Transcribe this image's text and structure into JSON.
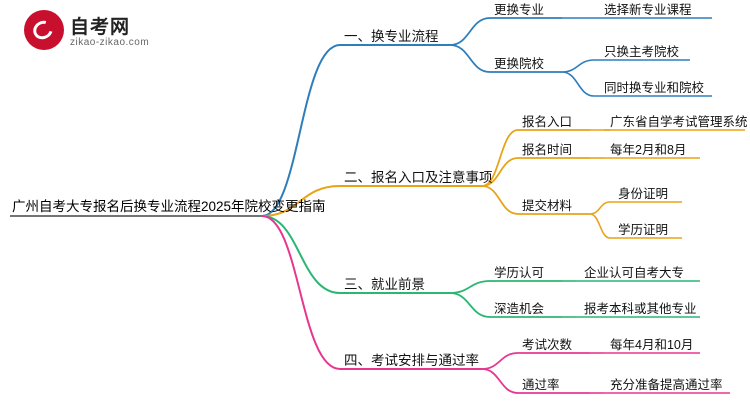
{
  "logo": {
    "name": "自考网",
    "sub": "zikao-zikao.com",
    "mark_color": "#c8102e"
  },
  "mindmap": {
    "root": "广州自考大专报名后换专业流程2025年院校变更指南",
    "branch_colors": {
      "branch1": "#2e7ebb",
      "branch2": "#e8a317",
      "branch3": "#2bb673",
      "branch4": "#e8368f"
    },
    "branches": [
      {
        "title": "一、换专业流程",
        "color": "#2e7ebb",
        "children": [
          {
            "label": "更换专业",
            "leaves": [
              "选择新专业课程"
            ]
          },
          {
            "label": "更换院校",
            "leaves": [
              "只换主考院校",
              "同时换专业和院校"
            ]
          }
        ]
      },
      {
        "title": "二、报名入口及注意事项",
        "color": "#e8a317",
        "children": [
          {
            "label": "报名入口",
            "leaves": [
              "广东省自学考试管理系统"
            ]
          },
          {
            "label": "报名时间",
            "leaves": [
              "每年2月和8月"
            ]
          },
          {
            "label": "提交材料",
            "leaves": [
              "身份证明",
              "学历证明"
            ]
          }
        ]
      },
      {
        "title": "三、就业前景",
        "color": "#2bb673",
        "children": [
          {
            "label": "学历认可",
            "leaves": [
              "企业认可自考大专"
            ]
          },
          {
            "label": "深造机会",
            "leaves": [
              "报考本科或其他专业"
            ]
          }
        ]
      },
      {
        "title": "四、考试安排与通过率",
        "color": "#e8368f",
        "children": [
          {
            "label": "考试次数",
            "leaves": [
              "每年4月和10月"
            ]
          },
          {
            "label": "通过率",
            "leaves": [
              "充分准备提高通过率"
            ]
          }
        ]
      }
    ]
  }
}
